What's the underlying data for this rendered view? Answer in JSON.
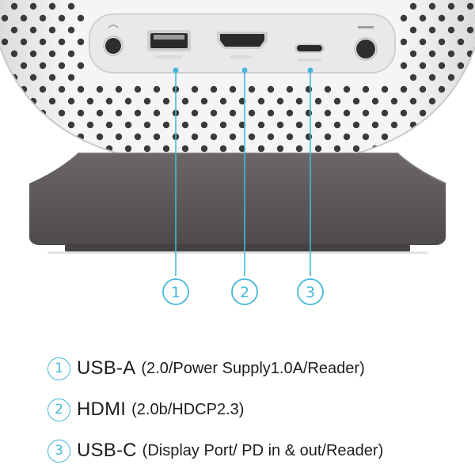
{
  "colors": {
    "accent": "#45b8d8",
    "housing": "#f2f2f2",
    "port_panel": "#e9e9eb",
    "stand": "#5e5a59",
    "text": "#1d1d1d"
  },
  "ports": {
    "markers": [
      "1",
      "2",
      "3"
    ]
  },
  "legend": [
    {
      "number": "1",
      "name": "USB-A",
      "detail": "(2.0/Power Supply1.0A/Reader)"
    },
    {
      "number": "2",
      "name": "HDMI",
      "detail": "(2.0b/HDCP2.3)"
    },
    {
      "number": "3",
      "name": "USB-C",
      "detail": "(Display Port/ PD in & out/Reader)"
    }
  ]
}
